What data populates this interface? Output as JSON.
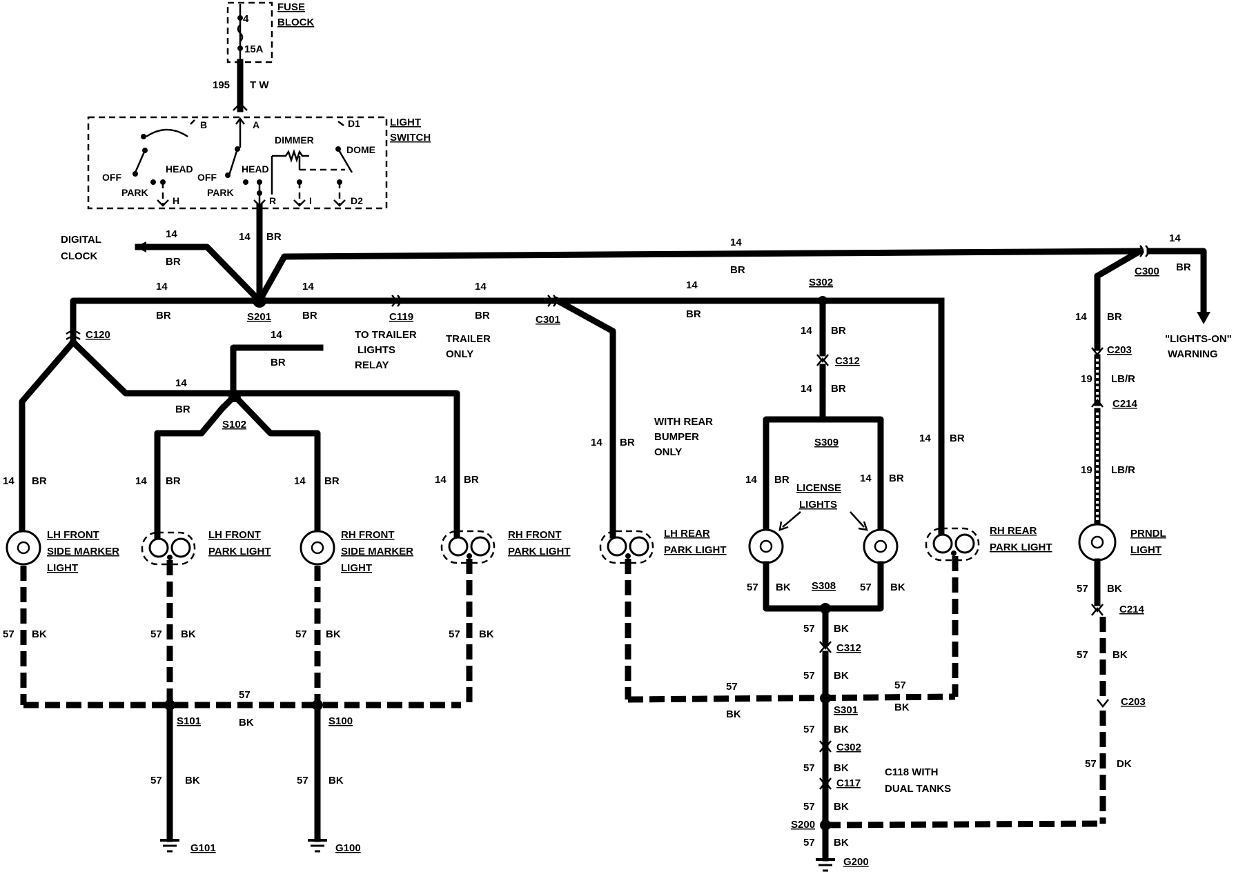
{
  "fuse": {
    "label1": "FUSE",
    "label2": "BLOCK",
    "num": "4",
    "rating": "15A"
  },
  "feed": {
    "gauge": "195",
    "color": "T W"
  },
  "switch": {
    "label1": "LIGHT",
    "label2": "SWITCH",
    "term_a": "A",
    "term_b": "B",
    "term_h": "H",
    "term_r": "R",
    "term_i": "I",
    "term_d1": "D1",
    "term_d2": "D2",
    "dimmer": "DIMMER",
    "dome": "DOME",
    "off1": "OFF",
    "head1": "HEAD",
    "park1": "PARK",
    "off2": "OFF",
    "head2": "HEAD",
    "park2": "PARK"
  },
  "wires": {
    "g14": "14",
    "br": "BR",
    "g57": "57",
    "bk": "BK",
    "g19": "19",
    "lbr": "LB/R",
    "dk": "DK"
  },
  "destinations": {
    "clock1": "DIGITAL",
    "clock2": "CLOCK",
    "trailer_relay1": "TO TRAILER",
    "trailer_relay2": "LIGHTS",
    "trailer_relay3": "RELAY",
    "trailer_only1": "TRAILER",
    "trailer_only2": "ONLY",
    "warning1": "\"LIGHTS-ON\"",
    "warning2": "WARNING",
    "bumper1": "WITH REAR",
    "bumper2": "BUMPER",
    "bumper3": "ONLY",
    "dual1": "C118 WITH",
    "dual2": "DUAL TANKS"
  },
  "connectors": {
    "c120": "C120",
    "c119": "C119",
    "c301": "C301",
    "c300": "C300",
    "c203a": "C203",
    "c214a": "C214",
    "c312a": "C312",
    "c312b": "C312",
    "c214b": "C214",
    "c203b": "C203",
    "c302": "C302",
    "c117": "C117"
  },
  "splices": {
    "s201": "S201",
    "s102": "S102",
    "s302": "S302",
    "s309": "S309",
    "s308": "S308",
    "s101": "S101",
    "s100": "S100",
    "s301": "S301",
    "s200": "S200"
  },
  "grounds": {
    "g101": "G101",
    "g100": "G100",
    "g200": "G200"
  },
  "lamps": {
    "lh_side1": "LH FRONT",
    "lh_side2": "SIDE MARKER",
    "lh_side3": "LIGHT",
    "lh_park1": "LH FRONT",
    "lh_park2": "PARK LIGHT",
    "rh_side1": "RH FRONT",
    "rh_side2": "SIDE MARKER",
    "rh_side3": "LIGHT",
    "rh_park1": "RH FRONT",
    "rh_park2": "PARK LIGHT",
    "lh_rear1": "LH REAR",
    "lh_rear2": "PARK LIGHT",
    "license1": "LICENSE",
    "license2": "LIGHTS",
    "rh_rear1": "RH REAR",
    "rh_rear2": "PARK LIGHT",
    "prndl1": "PRNDL",
    "prndl2": "LIGHT"
  }
}
